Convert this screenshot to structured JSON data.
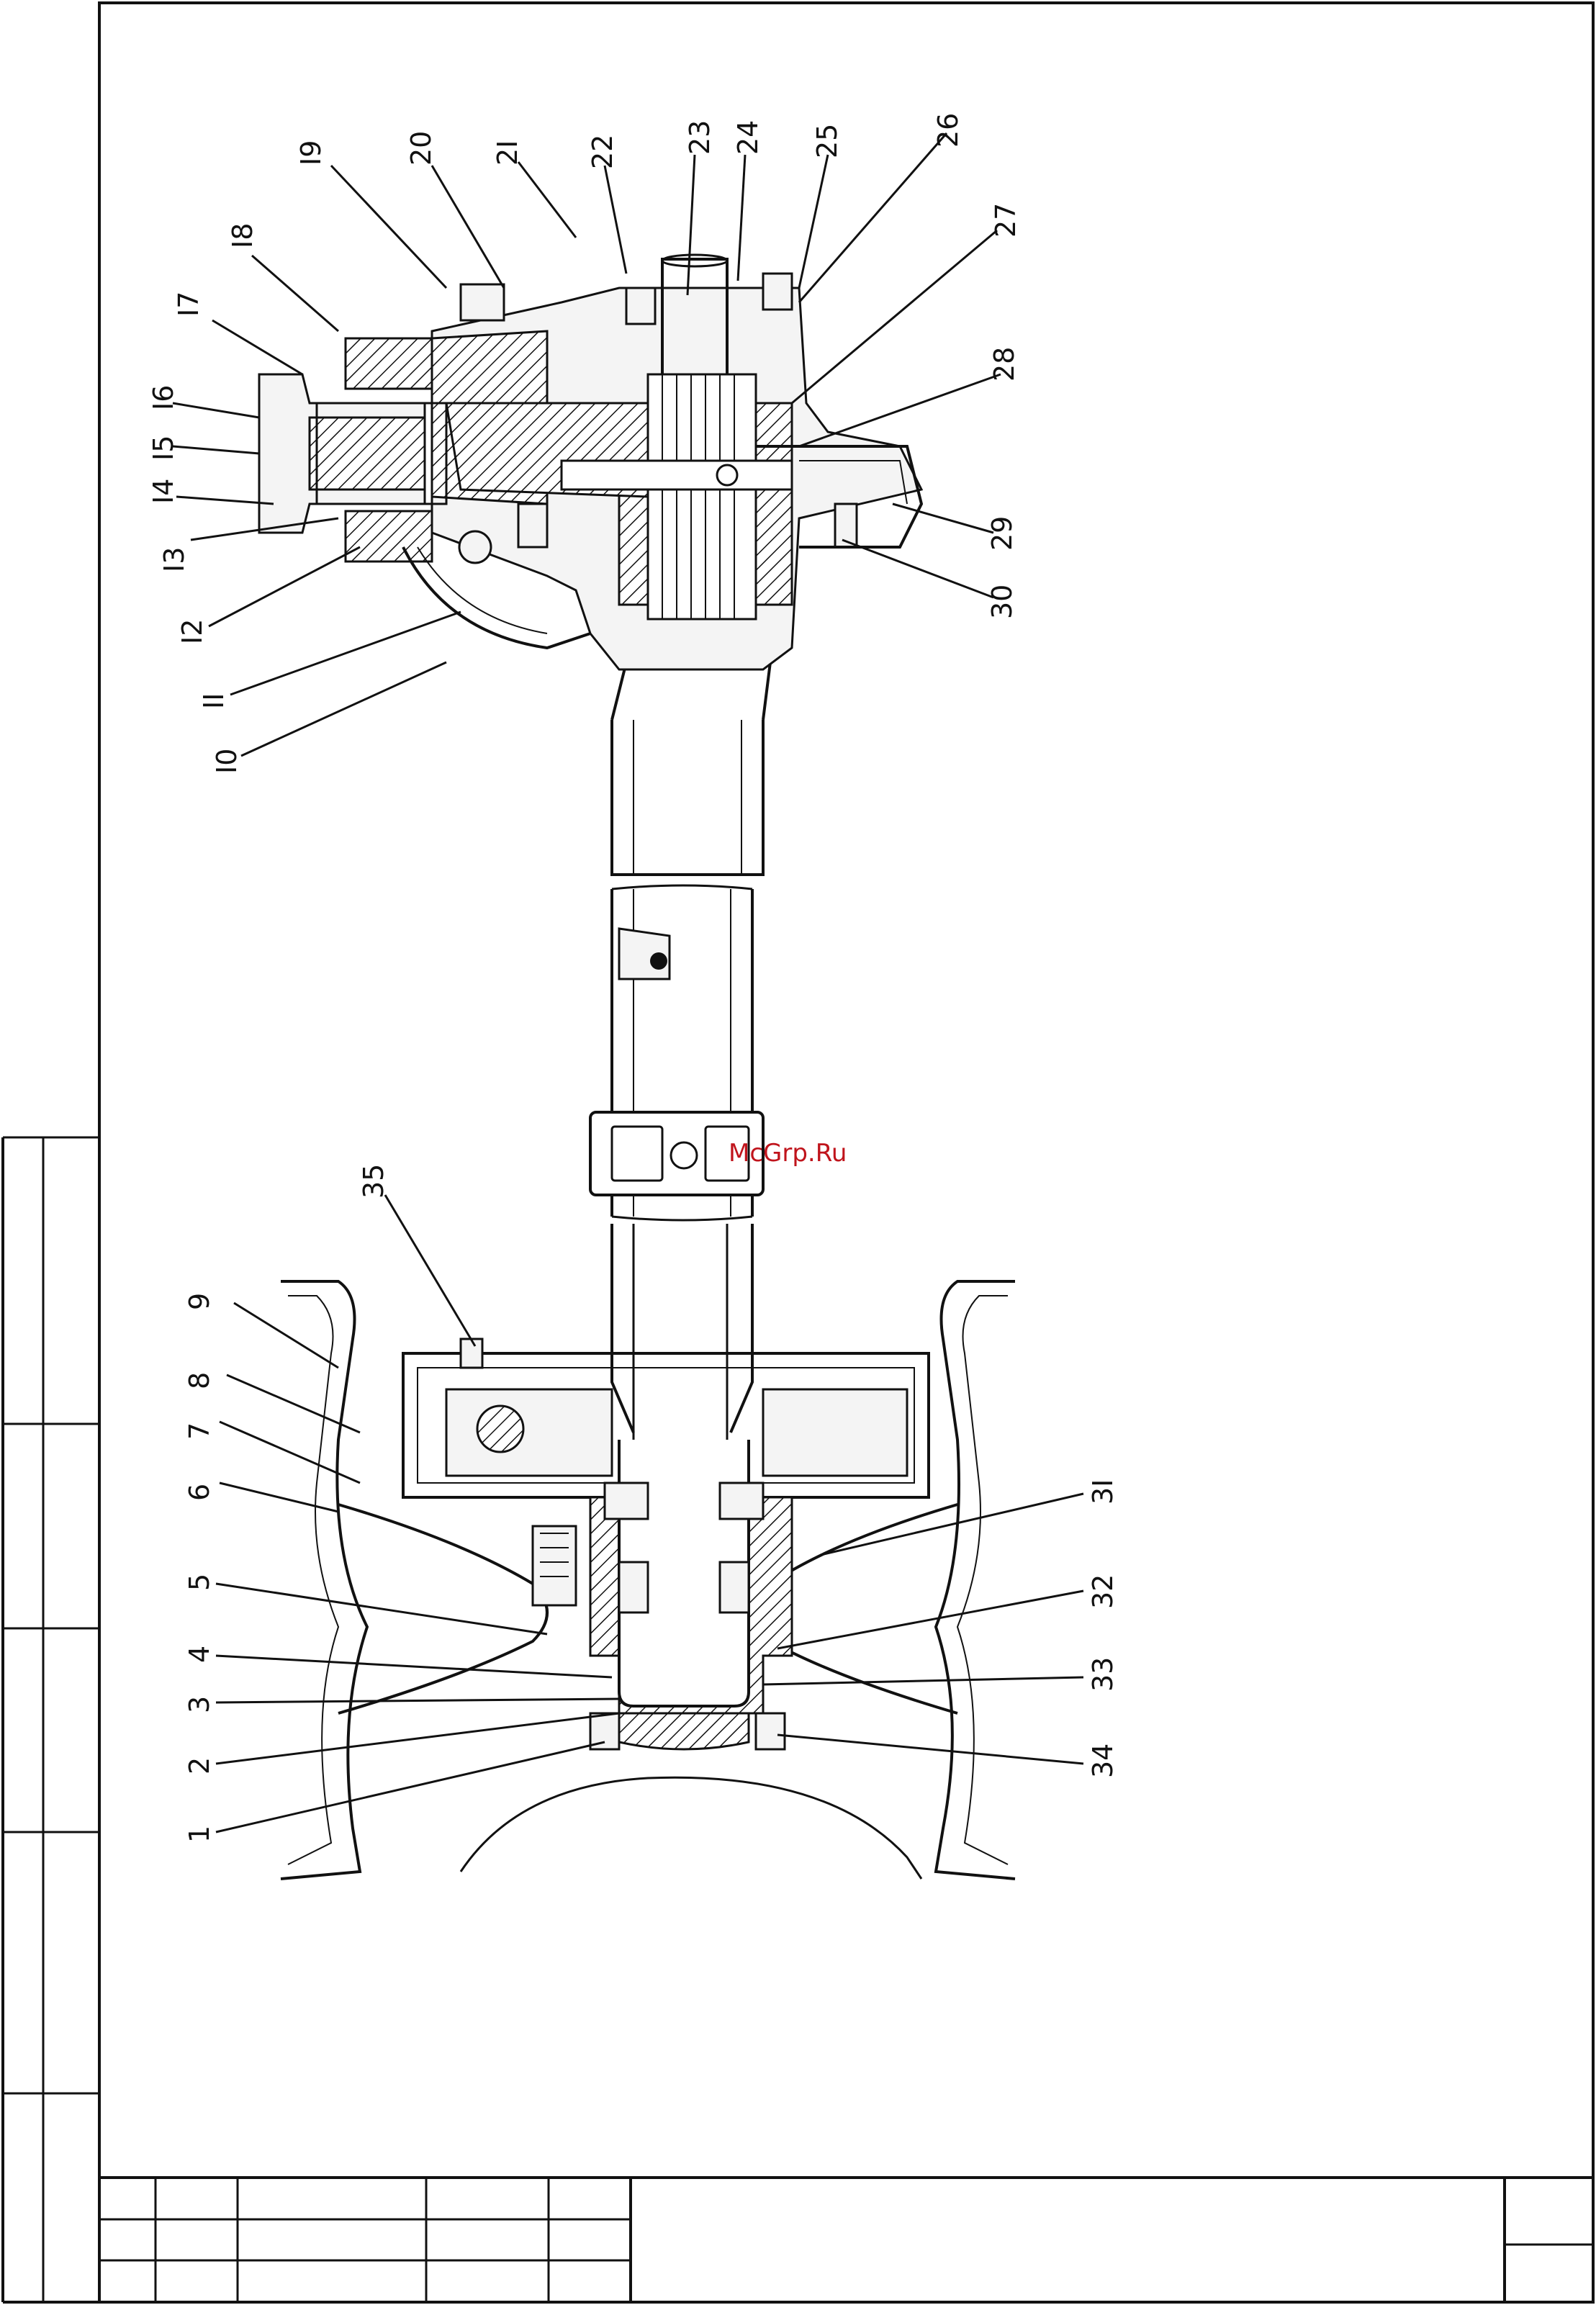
{
  "drawing": {
    "callouts_top": [
      "I0",
      "II",
      "I2",
      "I3",
      "I4",
      "I5",
      "I6",
      "I7",
      "I8",
      "I9",
      "20",
      "2I",
      "22",
      "23",
      "24",
      "25",
      "26",
      "27",
      "28",
      "29",
      "30"
    ],
    "callouts_bottom": [
      "1",
      "2",
      "3",
      "4",
      "5",
      "6",
      "7",
      "8",
      "9",
      "35",
      "3I",
      "32",
      "33",
      "34"
    ],
    "watermark": "McGrp.Ru"
  },
  "colors": {
    "ink": "#111111",
    "watermark": "#c0141c"
  }
}
